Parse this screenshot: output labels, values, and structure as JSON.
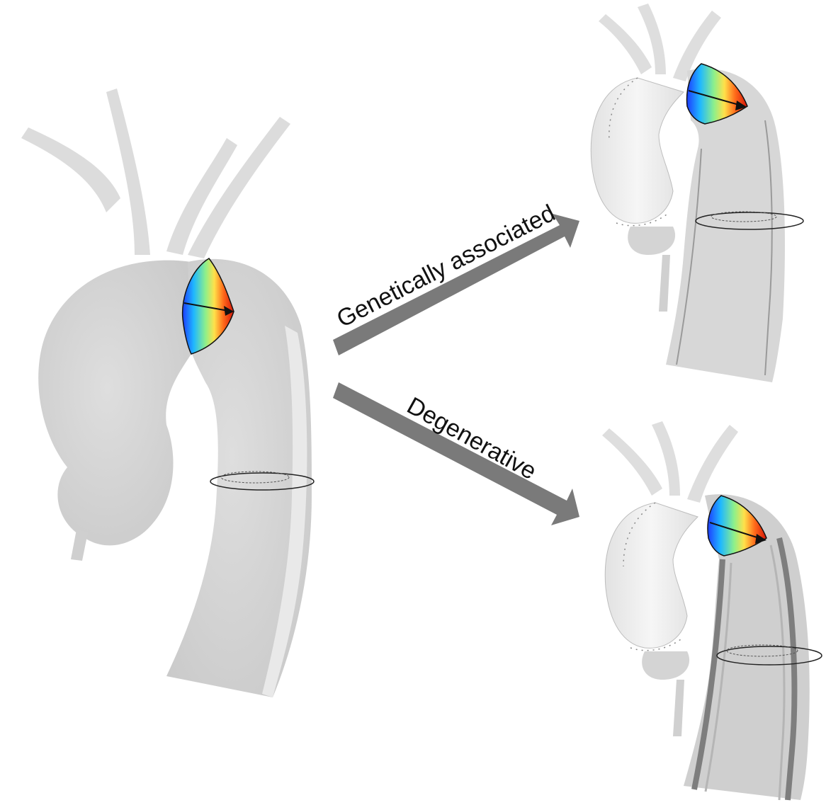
{
  "arrows": {
    "upper_label": "Genetically associated",
    "lower_label": "Degenerative"
  },
  "colors": {
    "aorta_fill": "#d6d6d6",
    "aorta_light": "#e6e6e6",
    "graft_fill": "#eeeeee",
    "arrow_fill": "#7a7a7a",
    "lumen_dark": "#8c8c8c",
    "heatmap": [
      "#1e3cff",
      "#1fb8ff",
      "#8ef08a",
      "#ffe14a",
      "#ff6a1a",
      "#d4140a"
    ]
  },
  "panels": [
    {
      "name": "initial-aneurysm",
      "state": "pre-repair"
    },
    {
      "name": "genetically-associated-outcome",
      "state": "post-repair-dilated-distal"
    },
    {
      "name": "degenerative-outcome",
      "state": "post-repair-dissected-distal"
    }
  ]
}
